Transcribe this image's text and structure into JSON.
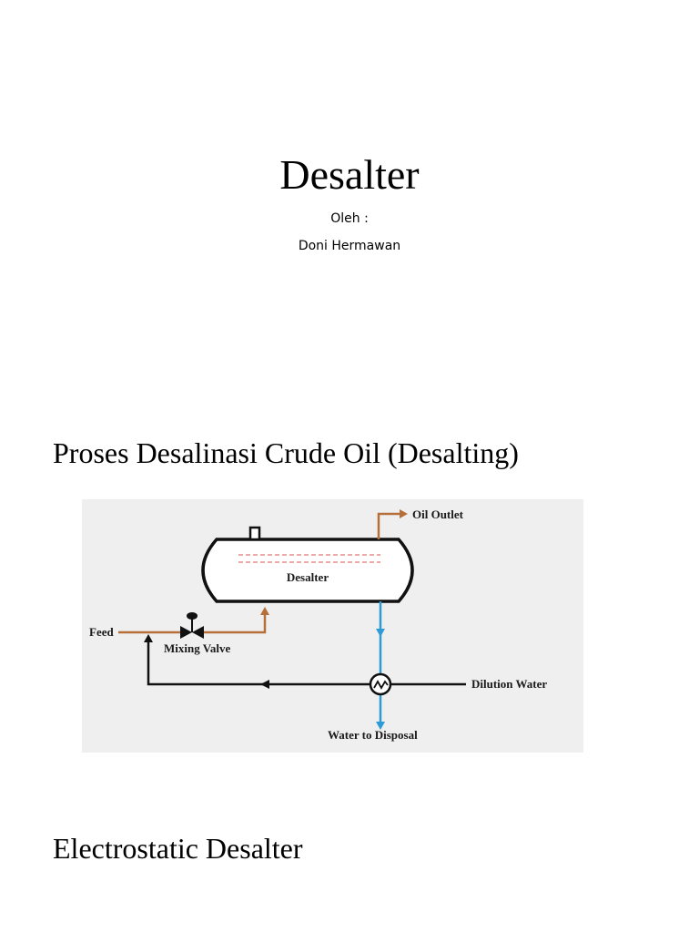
{
  "document": {
    "title": "Desalter",
    "by_label": "Oleh :",
    "author": "Doni Hermawan"
  },
  "sections": [
    {
      "heading": "Proses Desalinasi Crude Oil (Desalting)"
    },
    {
      "heading": "Electrostatic Desalter"
    }
  ],
  "diagram": {
    "vessel_label": "Desalter",
    "oil_outlet_label": "Oil Outlet",
    "feed_label": "Feed",
    "mixing_valve_label": "Mixing Valve",
    "dilution_water_label": "Dilution Water",
    "water_disposal_label": "Water to Disposal",
    "colors": {
      "oil_line": "#b5703a",
      "water_line": "#2e9ad6",
      "interface_dashes": "#d9534f",
      "outline": "#111111",
      "background": "#efefef"
    }
  }
}
